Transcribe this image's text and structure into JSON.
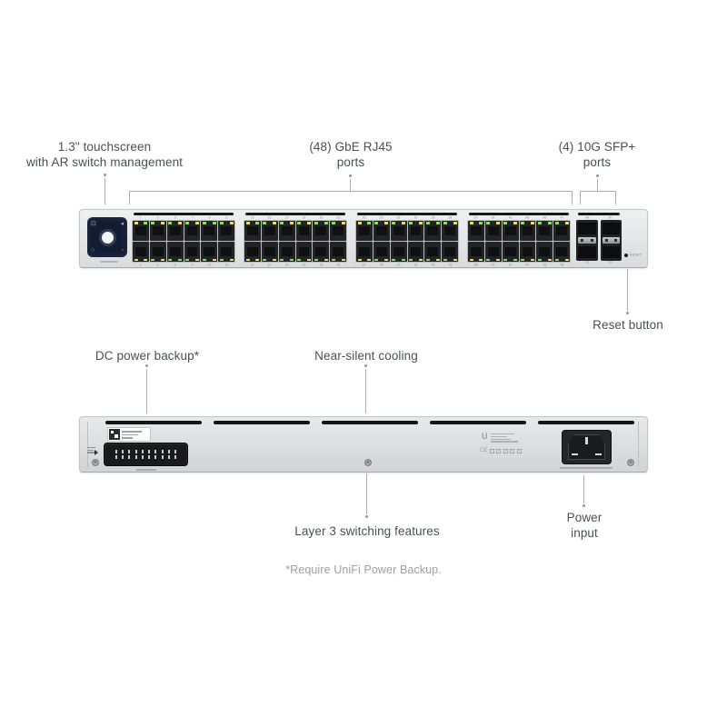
{
  "colors": {
    "led_green": "#8fdd67",
    "led_amber": "#e7dc6e",
    "label_text": "#4b4f54",
    "footnote_text": "#9aa1a8",
    "screen_bg": "#141c33"
  },
  "callouts": {
    "touchscreen": {
      "line1": "1.3\" touchscreen",
      "line2": "with AR switch management"
    },
    "rj45": {
      "line1": "(48) GbE RJ45",
      "line2": "ports"
    },
    "sfp": {
      "line1": "(4) 10G SFP+",
      "line2": "ports"
    },
    "reset": {
      "line1": "Reset button"
    },
    "dc_backup": {
      "line1": "DC power backup*"
    },
    "cooling": {
      "line1": "Near-silent cooling"
    },
    "layer3": {
      "line1": "Layer 3 switching features"
    },
    "power": {
      "line1": "Power",
      "line2": "input"
    }
  },
  "footnote": "*Require UniFi Power Backup.",
  "front_panel": {
    "rj45": {
      "count": 48,
      "groups": 4,
      "cols_per_group": 6,
      "top_numbers": [
        1,
        3,
        5,
        7,
        9,
        11,
        13,
        15,
        17,
        19,
        21,
        23,
        25,
        27,
        29,
        31,
        33,
        35,
        37,
        39,
        41,
        43,
        45,
        47
      ],
      "bottom_numbers": [
        2,
        4,
        6,
        8,
        10,
        12,
        14,
        16,
        18,
        20,
        22,
        24,
        26,
        28,
        30,
        32,
        34,
        36,
        38,
        40,
        42,
        44,
        46,
        48
      ]
    },
    "sfp": {
      "count": 4,
      "top_numbers": [
        49,
        50
      ],
      "bottom_numbers": [
        51,
        52
      ]
    },
    "reset_micro_label": "RESET"
  },
  "rear_panel": {
    "vent_count": 5,
    "dc_pin_count": 20,
    "cert_mark": "CE"
  }
}
